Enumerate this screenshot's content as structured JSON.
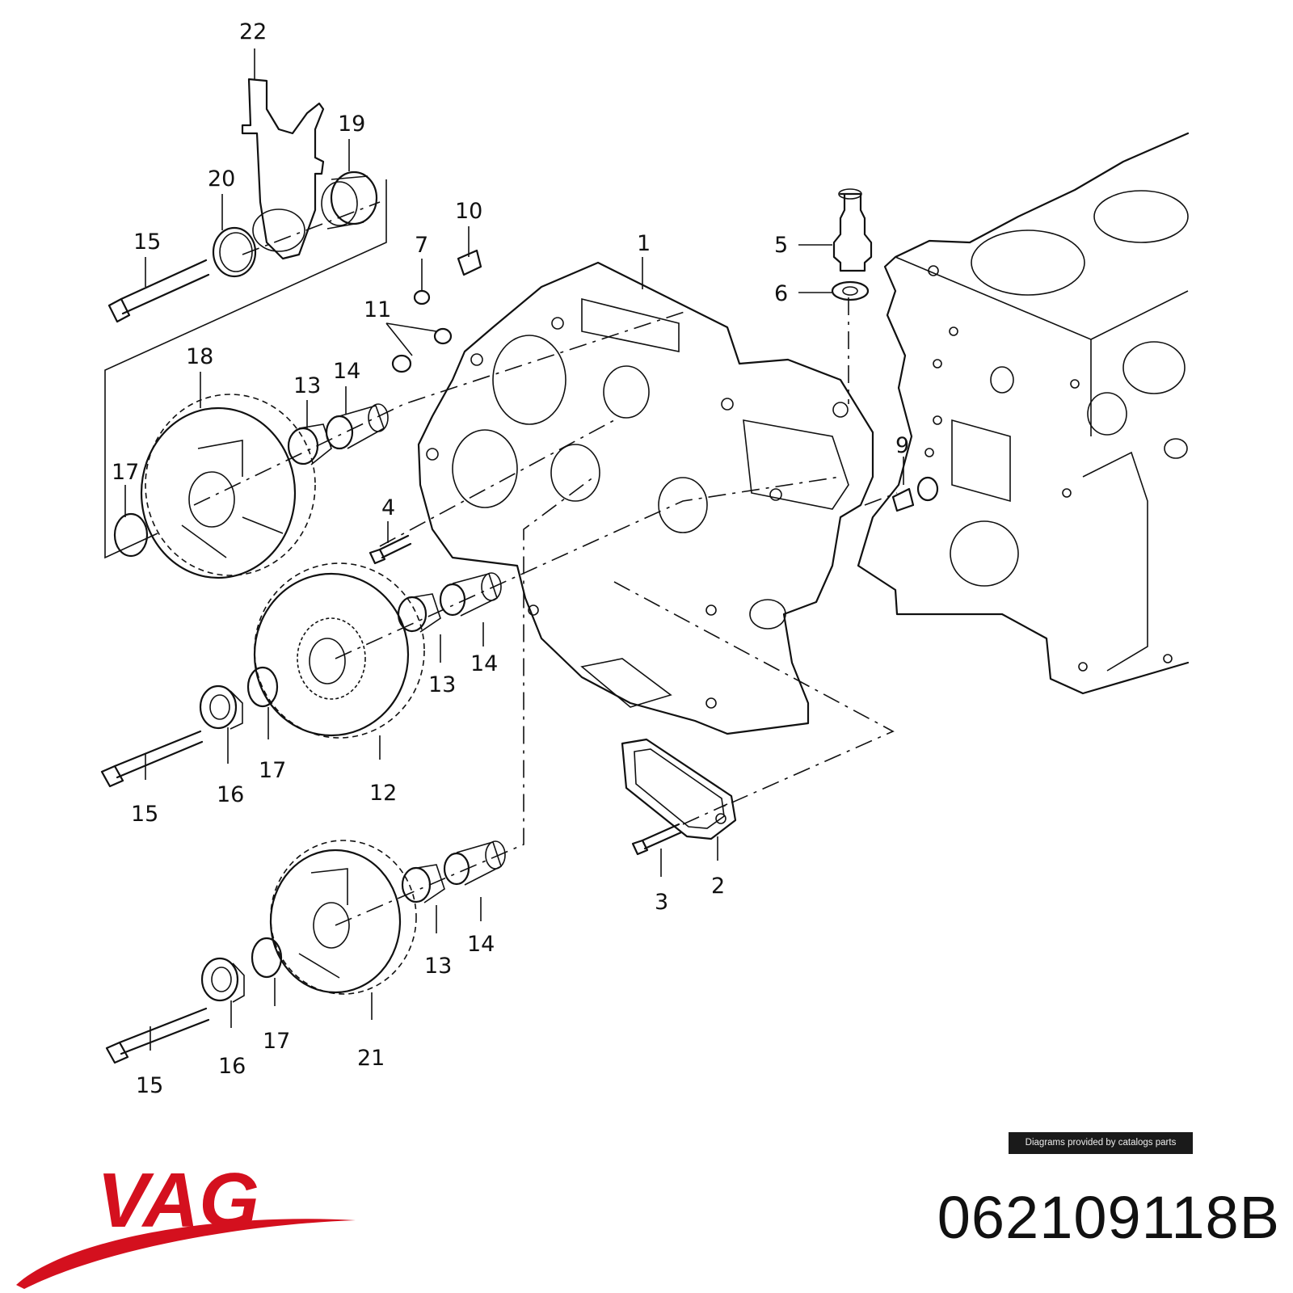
{
  "callouts": [
    {
      "id": "c22",
      "label": "22"
    },
    {
      "id": "c19",
      "label": "19"
    },
    {
      "id": "c20",
      "label": "20"
    },
    {
      "id": "c15a",
      "label": "15"
    },
    {
      "id": "c10",
      "label": "10"
    },
    {
      "id": "c7",
      "label": "7"
    },
    {
      "id": "c1",
      "label": "1"
    },
    {
      "id": "c5",
      "label": "5"
    },
    {
      "id": "c6",
      "label": "6"
    },
    {
      "id": "c11",
      "label": "11"
    },
    {
      "id": "c18",
      "label": "18"
    },
    {
      "id": "c13a",
      "label": "13"
    },
    {
      "id": "c14a",
      "label": "14"
    },
    {
      "id": "c17a",
      "label": "17"
    },
    {
      "id": "c9",
      "label": "9"
    },
    {
      "id": "c4",
      "label": "4"
    },
    {
      "id": "c14b",
      "label": "14"
    },
    {
      "id": "c13b",
      "label": "13"
    },
    {
      "id": "c17b",
      "label": "17"
    },
    {
      "id": "c16a",
      "label": "16"
    },
    {
      "id": "c15b",
      "label": "15"
    },
    {
      "id": "c12",
      "label": "12"
    },
    {
      "id": "c2",
      "label": "2"
    },
    {
      "id": "c3",
      "label": "3"
    },
    {
      "id": "c14c",
      "label": "14"
    },
    {
      "id": "c13c",
      "label": "13"
    },
    {
      "id": "c17c",
      "label": "17"
    },
    {
      "id": "c16b",
      "label": "16"
    },
    {
      "id": "c21",
      "label": "21"
    },
    {
      "id": "c15c",
      "label": "15"
    }
  ],
  "credit_text": "Diagrams provided by catalogs parts",
  "part_number": "062109118B",
  "brand": {
    "name": "VAG",
    "color": "#d4101e"
  }
}
